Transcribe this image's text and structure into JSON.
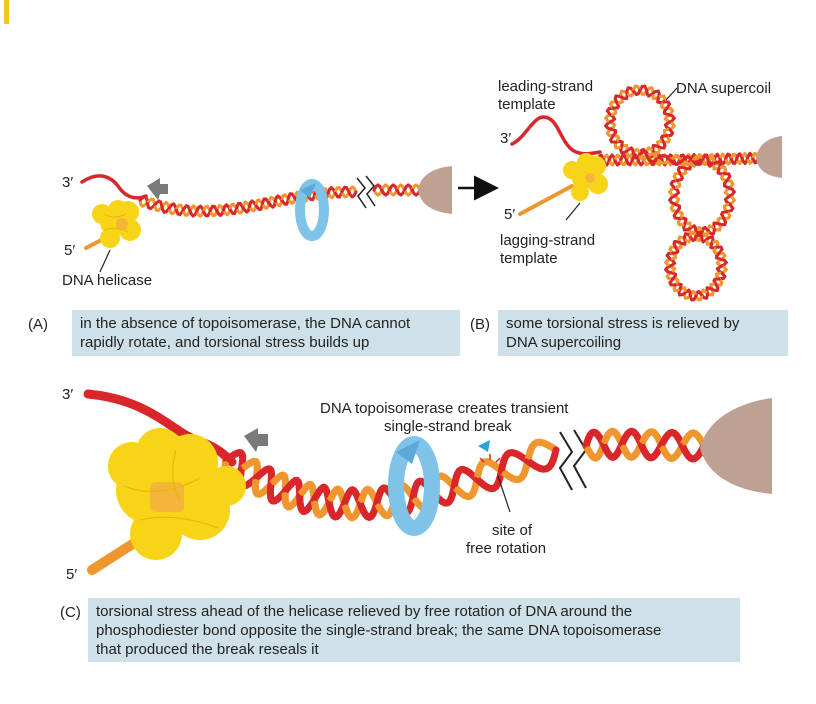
{
  "labels": {
    "a_three_prime": "3′",
    "a_five_prime": "5′",
    "a_helicase": "DNA helicase",
    "b_leading": "leading-strand",
    "b_template1": "template",
    "b_three_prime": "3′",
    "b_supercoil": "DNA supercoil",
    "b_five_prime": "5′",
    "b_lagging": "lagging-strand",
    "b_template2": "template",
    "c_three_prime": "3′",
    "c_five_prime": "5′",
    "c_topo_line1": "DNA topoisomerase creates transient",
    "c_topo_line2": "single-strand break",
    "c_site1": "site of",
    "c_site2": "free rotation"
  },
  "panels": {
    "a_letter": "(A)",
    "a_caption_line1": "in the absence of topoisomerase, the DNA cannot",
    "a_caption_line2": "rapidly rotate, and torsional stress builds up",
    "b_letter": "(B)",
    "b_caption_line1": "some torsional stress is relieved by",
    "b_caption_line2": "DNA supercoiling",
    "c_letter": "(C)",
    "c_caption_line1": "torsional stress ahead of the helicase relieved by free rotation of DNA around the",
    "c_caption_line2": "phosphodiester bond opposite the single-strand break; the same DNA topoisomerase",
    "c_caption_line3": "that produced the break reseals it"
  },
  "colors": {
    "strand_red": "#d9262b",
    "strand_orange": "#f0962e",
    "helicase": "#f7d417",
    "helicase_core": "#f5b43a",
    "anchor": "#bfa193",
    "rotation_arrow": "#7fc3e8",
    "caption_bg": "#cfe1e8",
    "fork_arrow": "#7a7a7a",
    "break_marker": "#2aa3d9"
  }
}
